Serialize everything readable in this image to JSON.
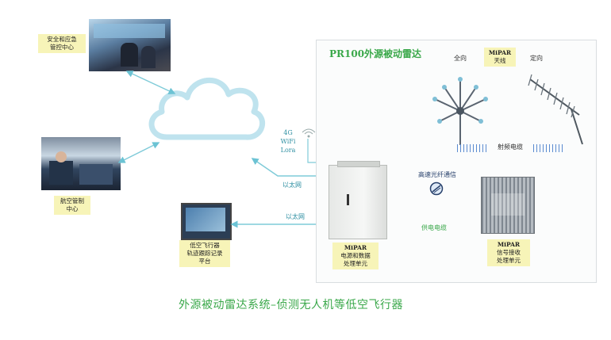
{
  "panel": {
    "title": "PR100外源被动雷达"
  },
  "nodes": {
    "safety_center": "安全和应急\n管控中心",
    "atc_center": "航空管制\n中心",
    "tracking_platform": "低空飞行器\n轨迹跟踪记录\n平台",
    "power_data_unit": {
      "brand": "MiPAR",
      "label": "电源和数据\n处理单元"
    },
    "signal_unit": {
      "brand": "MiPAR",
      "label": "信号接收\n处理单元"
    },
    "antenna": {
      "brand": "MiPAR",
      "label": "天线"
    }
  },
  "labels": {
    "omni": "全向",
    "directional": "定向",
    "rf_cable": "射频电缆",
    "wireless": "4G\nWiFi\nLora",
    "ethernet1": "以太网",
    "ethernet2": "以太网",
    "fiber": "高速光纤通信",
    "power_cable": "供电电缆"
  },
  "caption": "外源被动雷达系统–侦测无人机等低空飞行器",
  "colors": {
    "green": "#3aa84a",
    "teal_line": "#7fcbd8",
    "label_bg": "#f7f4b8"
  }
}
